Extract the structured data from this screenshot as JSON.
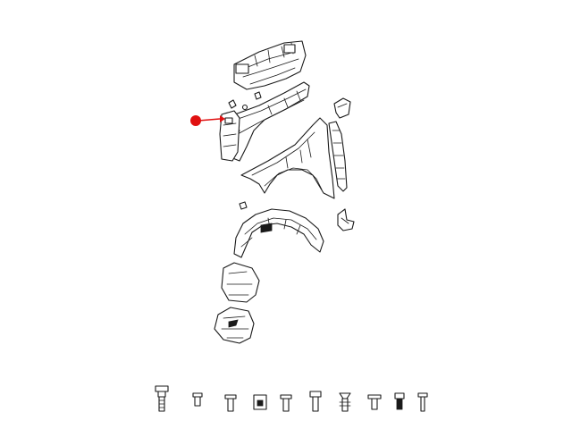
{
  "diagram": {
    "background": "#ffffff",
    "line_color": "#1a1a1a",
    "callout": {
      "icon": "red-dot-pointer",
      "color": "#e01010",
      "points_to": "radiator-support-bracket"
    },
    "parts": [
      "cowl-upper-panel",
      "fender-rail-reinforcement",
      "radiator-support-bracket",
      "front-fender",
      "fender-seal",
      "fender-bracket-upper",
      "fender-bracket-lower",
      "wheelhouse-liner",
      "splash-shield-upper",
      "splash-shield-lower"
    ],
    "fasteners": [
      "bolt-flange",
      "push-pin",
      "screw-short",
      "u-nut",
      "screw-washer",
      "bolt-hex",
      "christmas-tree-clip",
      "push-rivet",
      "stud-nut",
      "screw-thin"
    ]
  }
}
